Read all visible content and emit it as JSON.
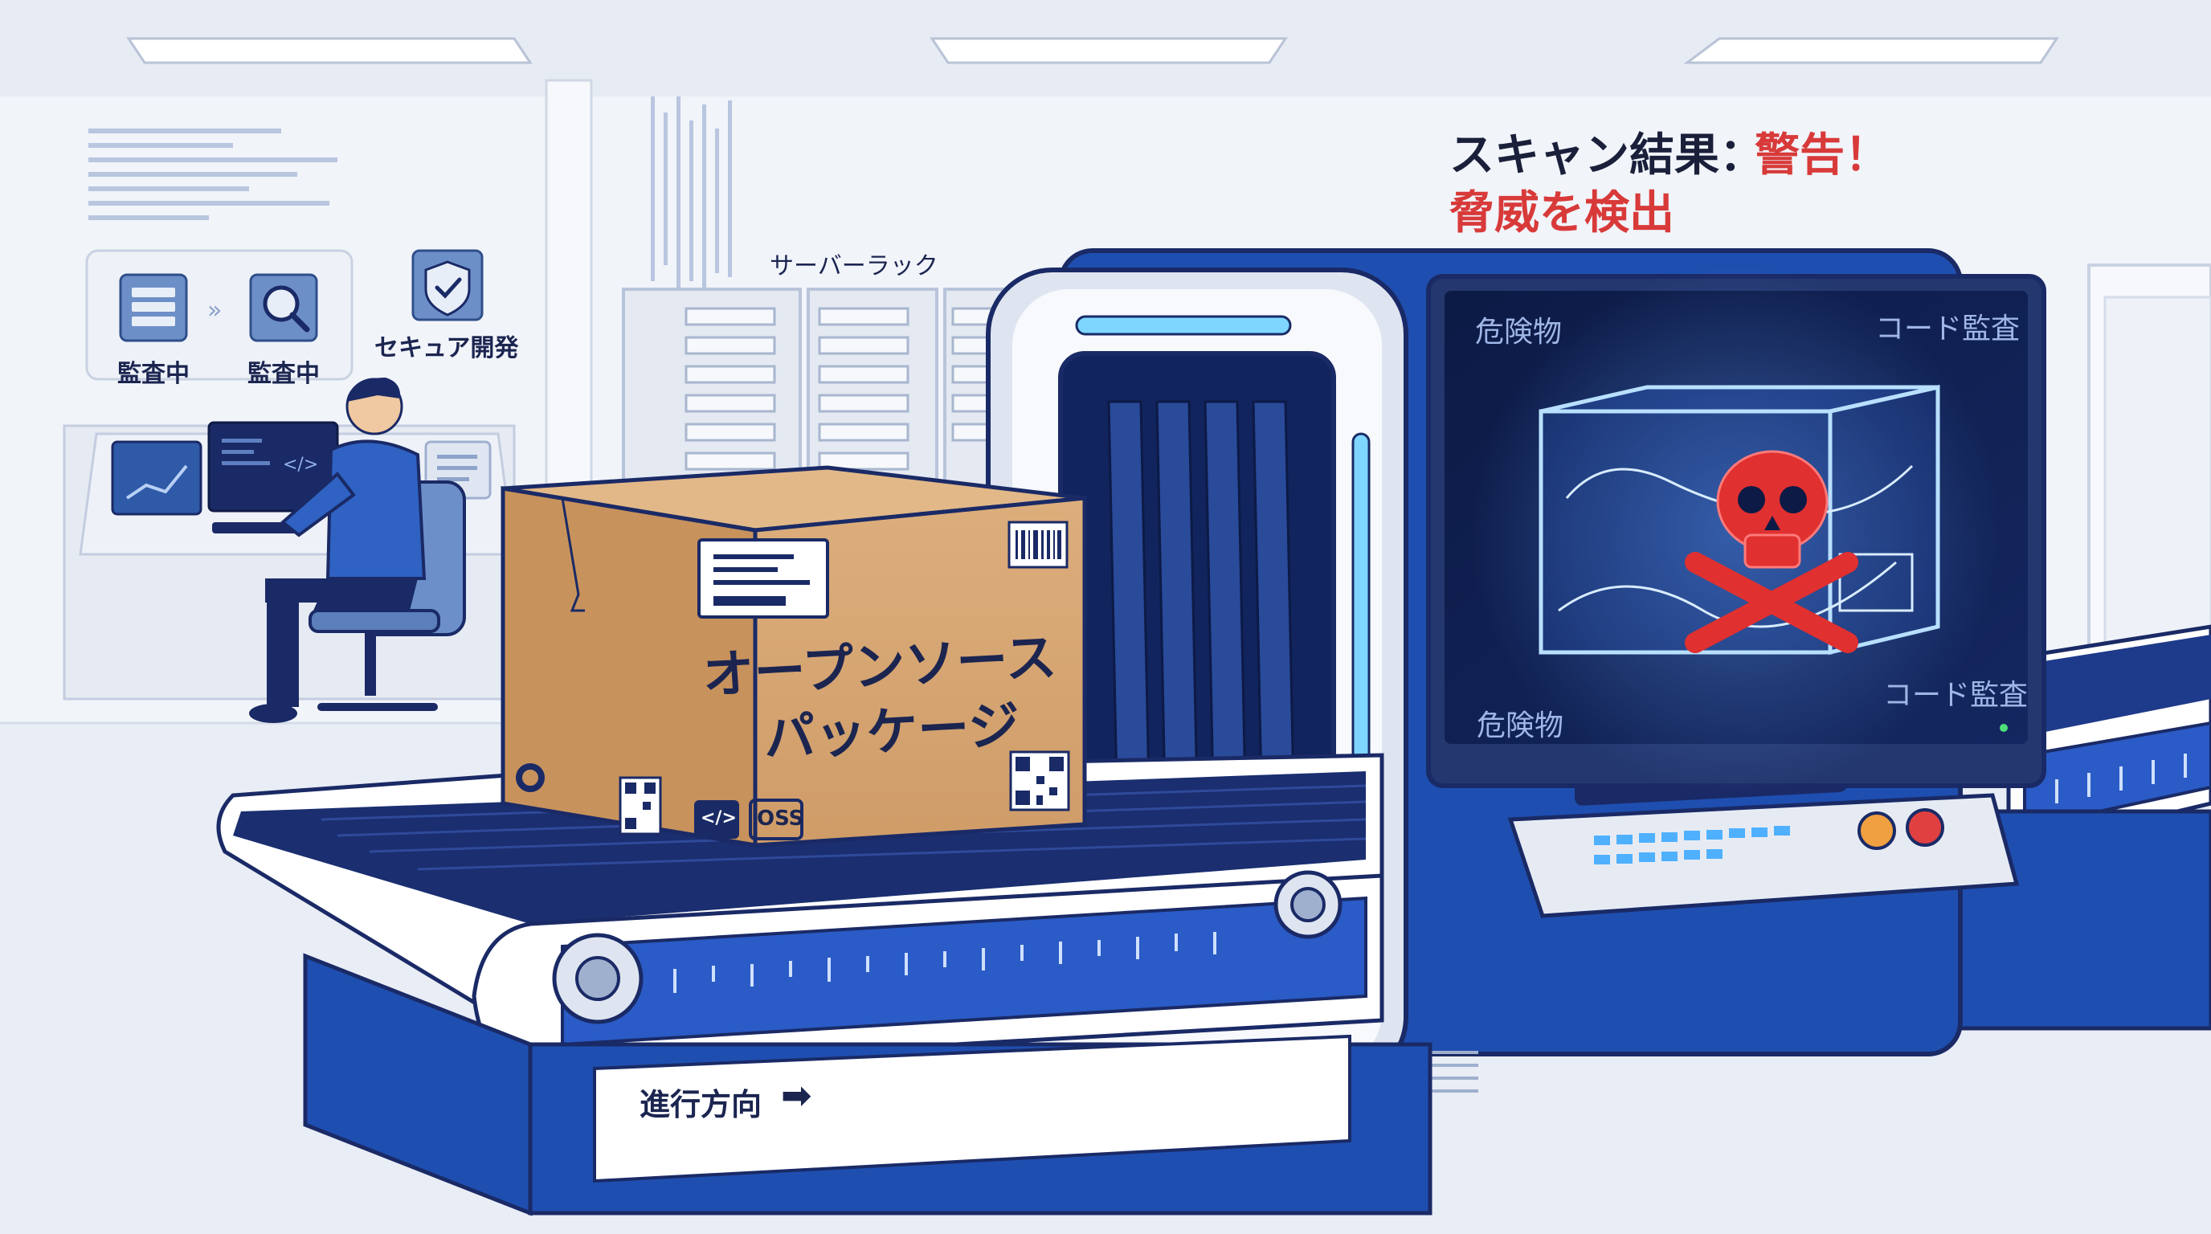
{
  "scan_result": {
    "prefix": "スキャン結果：",
    "warning": "警告！",
    "detail": "脅威を検出"
  },
  "labels": {
    "server_rack": "サーバーラック",
    "secure_dev": "セキュア開発",
    "audit_1": "監査中",
    "audit_2": "監査中",
    "direction": "進行方向",
    "direction_arrow": "➡"
  },
  "package": {
    "line1": "オープンソース",
    "line2": "パッケージ",
    "tag": "OSS",
    "code_icon": "</>"
  },
  "scanner_screen": {
    "top_left": "危険物",
    "top_right": "コード監査",
    "bottom_left": "危険物",
    "bottom_right": "コード監査",
    "threat_icon": "skull-crossbones-icon"
  },
  "monitor": {
    "code_icon": "</>"
  },
  "colors": {
    "accent_blue": "#1e4fb0",
    "navy": "#1a2a66",
    "warning_red": "#d83a3a",
    "cardboard": "#d9a873",
    "screen_bg": "#0f1d4a"
  }
}
